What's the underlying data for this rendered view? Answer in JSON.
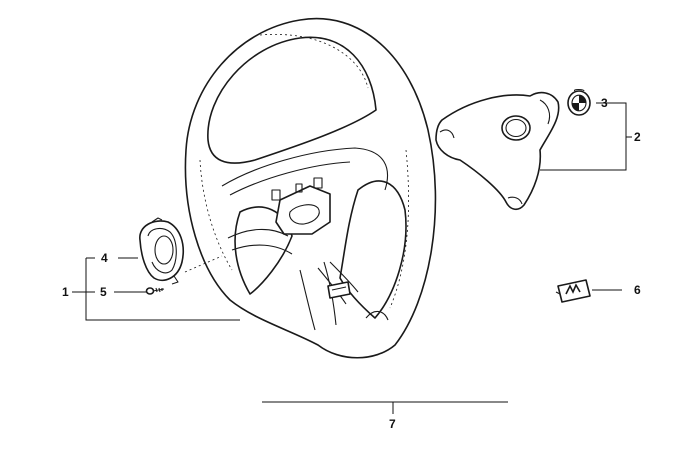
{
  "callouts": {
    "c1": "1",
    "c2": "2",
    "c3": "3",
    "c4": "4",
    "c5": "5",
    "c6": "6",
    "c7": "7"
  },
  "badge": {
    "emblem_text": "BMW",
    "m_text": "M"
  },
  "colors": {
    "line": "#111111",
    "background": "#ffffff"
  }
}
